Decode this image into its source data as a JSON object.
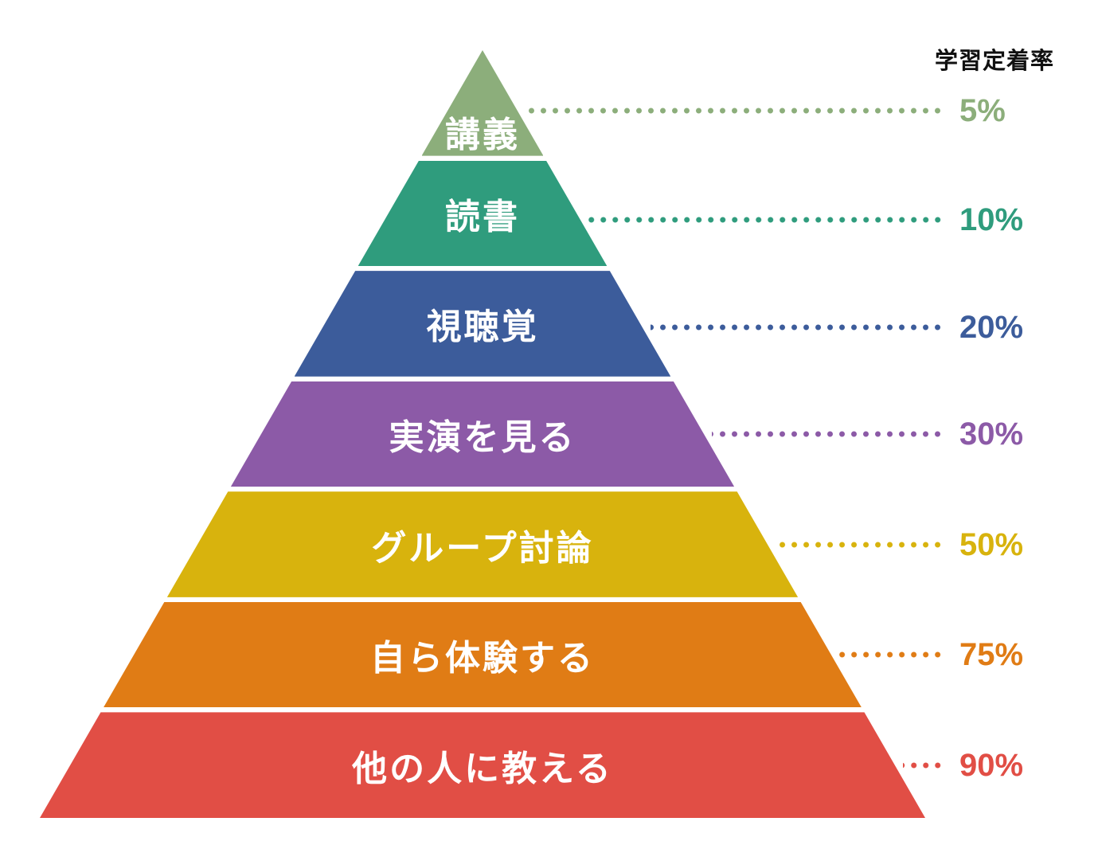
{
  "header": {
    "title": "学習定着率"
  },
  "pyramid": {
    "levels": [
      {
        "label": "講義",
        "percent": "5%",
        "value": 5,
        "color": "#8CAE7B"
      },
      {
        "label": "読書",
        "percent": "10%",
        "value": 10,
        "color": "#2F9C7D"
      },
      {
        "label": "視聴覚",
        "percent": "20%",
        "value": 20,
        "color": "#3C5C9B"
      },
      {
        "label": "実演を見る",
        "percent": "30%",
        "value": 30,
        "color": "#8C5AA7"
      },
      {
        "label": "グループ討論",
        "percent": "50%",
        "value": 50,
        "color": "#D8B30D"
      },
      {
        "label": "自ら体験する",
        "percent": "75%",
        "value": 75,
        "color": "#E07C15"
      },
      {
        "label": "他の人に教える",
        "percent": "90%",
        "value": 90,
        "color": "#E14E45"
      }
    ]
  }
}
